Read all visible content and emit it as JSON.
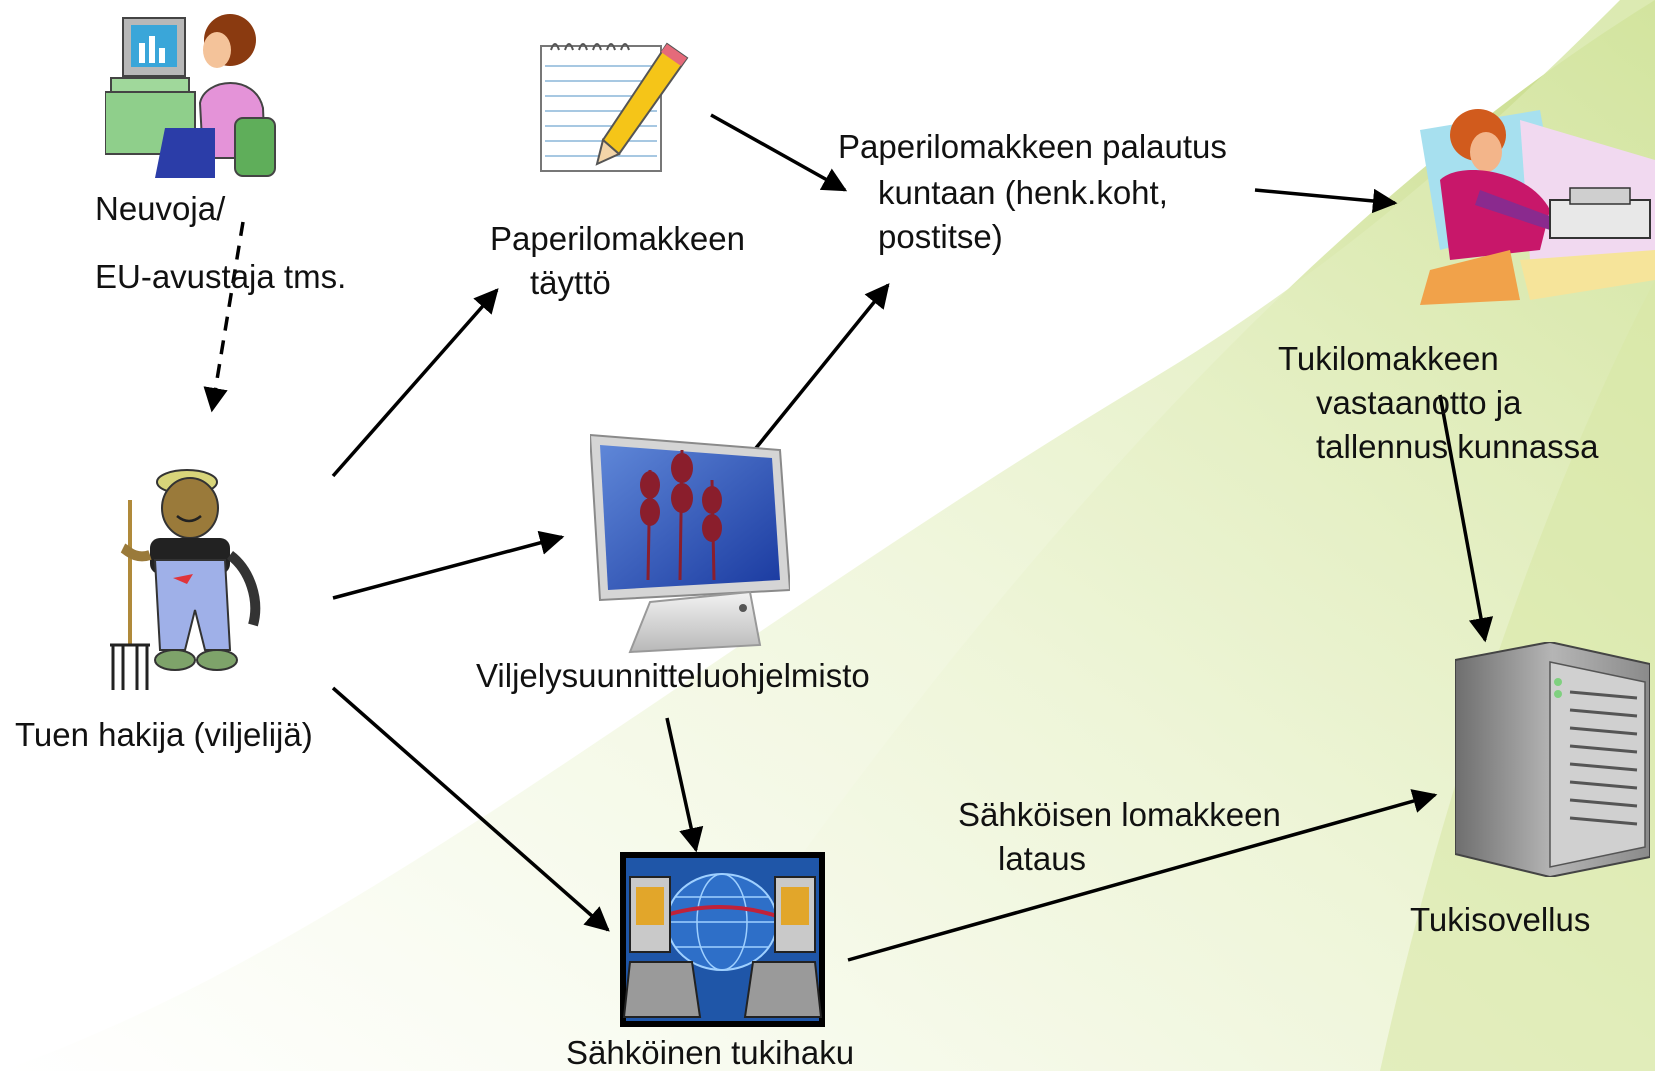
{
  "labels": {
    "neuvoja_line1": "Neuvoja/",
    "neuvoja_line2": "EU-avustaja tms.",
    "paperi_tayt_line1": "Paperilomakkeen",
    "paperi_tayt_line2": "täyttö",
    "palautus_line1": "Paperilomakkeen palautus",
    "palautus_line2": "kuntaan (henk.koht,",
    "palautus_line3": "postitse)",
    "tukilomake_line1": "Tukilomakkeen",
    "tukilomake_line2": "vastaanotto ja",
    "tukilomake_line3": "tallennus kunnassa",
    "hakija": "Tuen hakija (viljelijä)",
    "ohjelmisto": "Viljelysuunnitteluohjelmisto",
    "sahk_lataus_line1": "Sähköisen lomakkeen",
    "sahk_lataus_line2": "lataus",
    "tukisovellus": "Tukisovellus",
    "sahk_tukihaku": "Sähköinen tukihaku"
  },
  "icons": {
    "advisor": "person-at-computer-icon",
    "notepad": "notepad-pencil-icon",
    "clerk": "clerk-typing-icon",
    "farmer": "farmer-pitchfork-icon",
    "monitor": "monitor-wheat-icon",
    "server": "server-tower-icon",
    "network": "networked-computers-icon"
  },
  "colors": {
    "background_green": "#c9dc8c",
    "arrow": "#000000",
    "text": "#111111"
  }
}
